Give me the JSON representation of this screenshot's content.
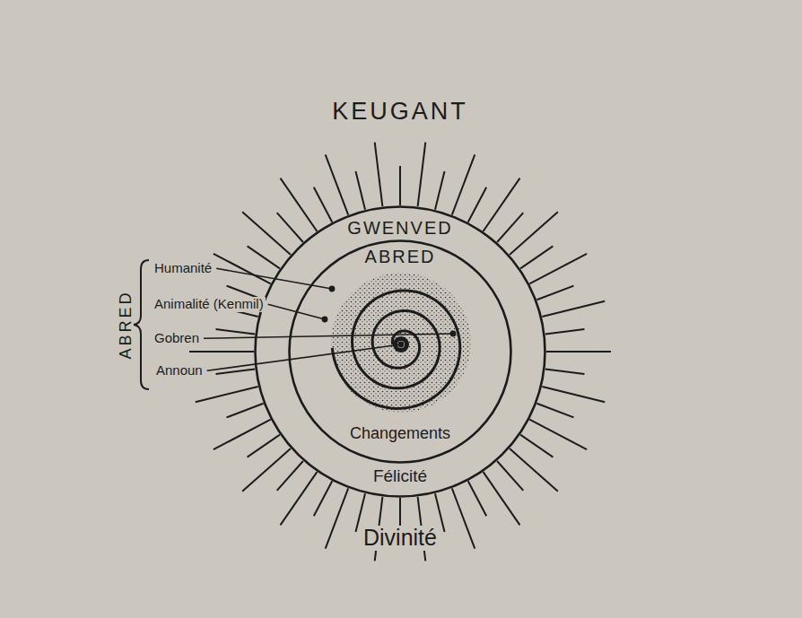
{
  "diagram": {
    "nodes": [
      {
        "text": [
          "GWENVED",
          "Félicité"
        ]
      },
      {
        "text": [
          "ABRED",
          "Changements"
        ],
        "in": 0
      }
    ],
    "labels": [
      "KEUGANT",
      "Divinité",
      "ABRED",
      "Humanité",
      "Animalité (Kenmil)",
      "Gobren",
      "Announ"
    ]
  }
}
